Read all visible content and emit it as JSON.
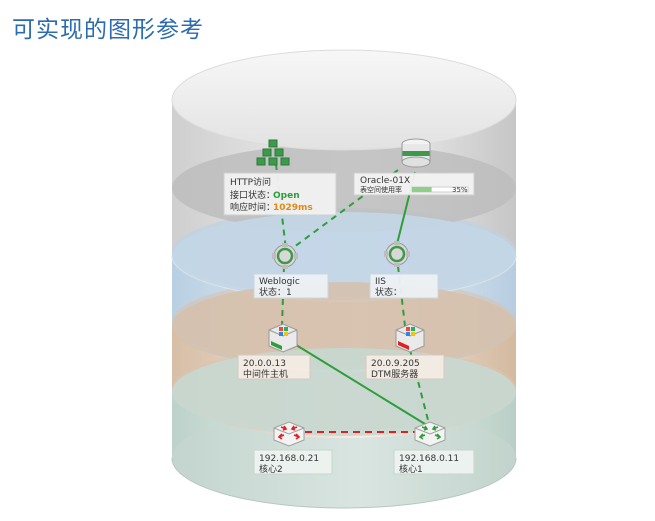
{
  "title": "可实现的图形参考",
  "colors": {
    "link_green": "#2e9e3a",
    "link_red": "#e02020",
    "title_blue": "#2b6cb0",
    "status_open": "#2e9e3a",
    "status_time": "#e08a12"
  },
  "layers": [
    {
      "name": "layer-application",
      "color": "#d2d2d2"
    },
    {
      "name": "layer-middleware",
      "color": "#c9dbe9"
    },
    {
      "name": "layer-host",
      "color": "#e2cfbd"
    },
    {
      "name": "layer-network",
      "color": "#cfe0da"
    }
  ],
  "nodes": {
    "http": {
      "title": "HTTP访问",
      "line2_label": "接口状态：",
      "line2_value": "Open",
      "line3_label": "响应时间：",
      "line3_value": "1029ms",
      "icon": "network-cluster-icon"
    },
    "oracle": {
      "title": "Oracle-01X",
      "line2_label": "表空间使用率",
      "percent_label": "35%",
      "percent": 35,
      "icon": "database-icon"
    },
    "weblogic": {
      "title": "Weblogic",
      "line2": "状态：1",
      "icon": "middleware-gear-icon"
    },
    "iis": {
      "title": "IIS",
      "line2": "状态：",
      "icon": "middleware-gear-icon"
    },
    "host1": {
      "title": "20.0.0.13",
      "line2": "中间件主机",
      "icon": "windows-server-icon",
      "status": "ok"
    },
    "host2": {
      "title": "20.0.9.205",
      "line2": "DTM服务器",
      "icon": "windows-server-icon",
      "status": "error"
    },
    "core2": {
      "title": "192.168.0.21",
      "line2": "核心2",
      "icon": "core-switch-icon",
      "status": "error"
    },
    "core1": {
      "title": "192.168.0.11",
      "line2": "核心1",
      "icon": "core-switch-icon",
      "status": "ok"
    }
  },
  "links": [
    {
      "from": "http",
      "to": "weblogic",
      "status": "ok"
    },
    {
      "from": "oracle",
      "to": "weblogic",
      "status": "ok"
    },
    {
      "from": "oracle",
      "to": "iis",
      "status": "ok"
    },
    {
      "from": "weblogic",
      "to": "host1",
      "status": "ok"
    },
    {
      "from": "iis",
      "to": "host2",
      "status": "ok"
    },
    {
      "from": "host1",
      "to": "core1",
      "status": "ok"
    },
    {
      "from": "host2",
      "to": "core1",
      "status": "ok"
    },
    {
      "from": "core2",
      "to": "core1",
      "status": "error"
    }
  ]
}
